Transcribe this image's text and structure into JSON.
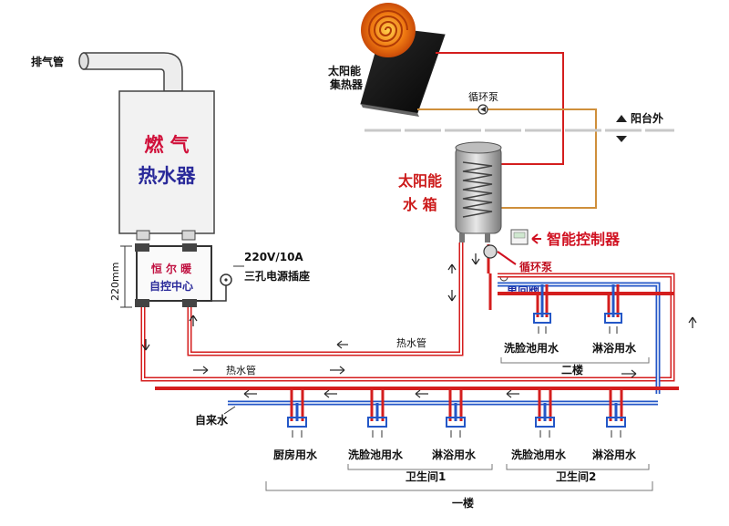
{
  "exhaust_pipe": "排气管",
  "heater": {
    "line1": "燃  气",
    "line2": "热水器"
  },
  "control_center": {
    "line1": "恒 尔 暖",
    "line2": "自控中心"
  },
  "dim_220": "220mm",
  "power": {
    "rating": "220V/10A",
    "socket": "三孔电源插座"
  },
  "solar_collector": {
    "line1": "太阳能",
    "line2": "集热器"
  },
  "pump_top": "循环泵",
  "balcony_outside": "阳台外",
  "tank": {
    "line1": "太阳能",
    "line2": "水  箱"
  },
  "smart_controller": "智能控制器",
  "pump_bottom": "循环泵",
  "check_valve": "单向阀",
  "hot_pipe_1": "热水管",
  "hot_pipe_2": "热水管",
  "tap_water": "自来水",
  "second_floor": "二楼",
  "first_floor": "一楼",
  "upper_outlets": [
    "洗脸池用水",
    "淋浴用水"
  ],
  "lower_outlets": [
    "厨房用水",
    "洗脸池用水",
    "淋浴用水",
    "洗脸池用水",
    "淋浴用水"
  ],
  "bathroom_1": "卫生间1",
  "bathroom_2": "卫生间2",
  "colors": {
    "hot": "#d41e1e",
    "cold": "#2457c7",
    "title_red": "#d0103a",
    "title_blue": "#2a2a9a",
    "tank_label": "#cc1a1a",
    "controller": "#d01020"
  }
}
